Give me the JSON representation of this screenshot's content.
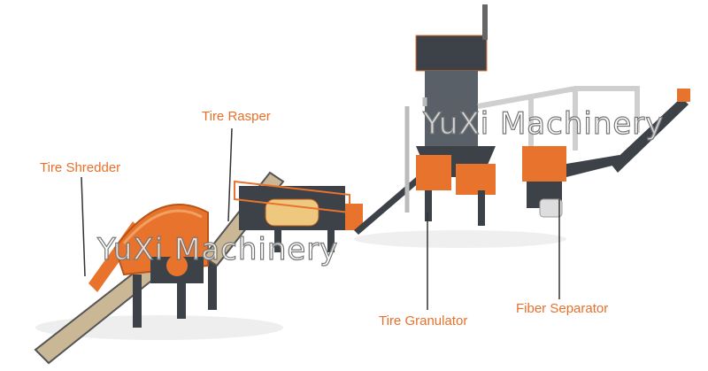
{
  "labels": {
    "tire_shredder": "Tire Shredder",
    "tire_rasper": "Tire Rasper",
    "tire_granulator": "Tire Granulator",
    "fiber_separator": "Fiber Separator"
  },
  "watermark": "YuXi Machinery",
  "colors": {
    "label": "#e8702a",
    "machine_orange": "#e8732c",
    "steel": "#3d4249"
  }
}
